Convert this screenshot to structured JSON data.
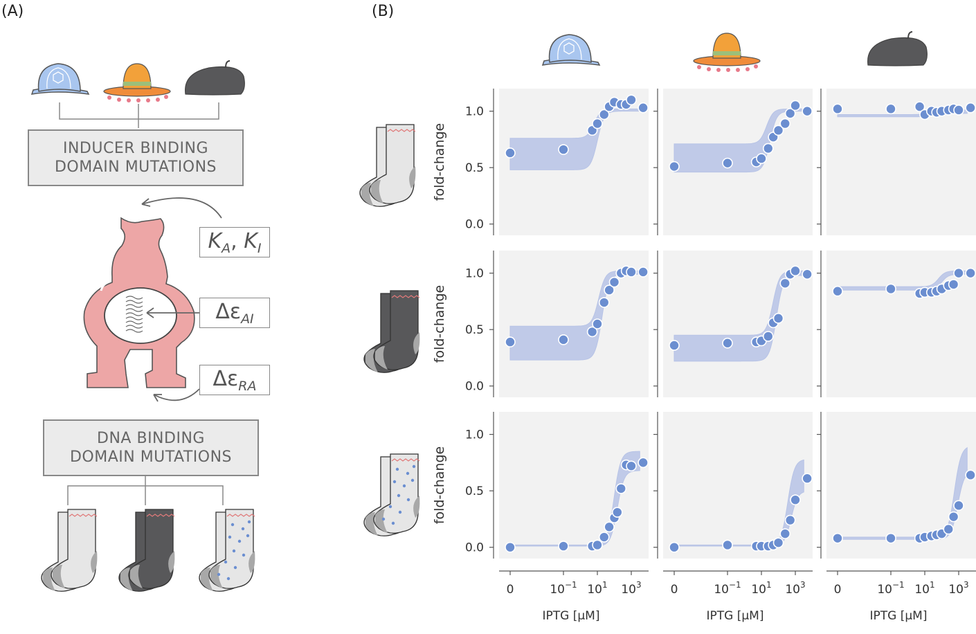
{
  "labels": {
    "panel_a": "(A)",
    "panel_b": "(B)"
  },
  "panel_a": {
    "top_box": {
      "line1": "INDUCER BINDING",
      "line2": "DOMAIN MUTATIONS"
    },
    "bottom_box": {
      "line1": "DNA BINDING",
      "line2": "DOMAIN MUTATIONS"
    },
    "params": [
      {
        "main": "K",
        "sub": "A",
        "sep": ", ",
        "main2": "K",
        "sub2": "I"
      },
      {
        "main": "Δε",
        "sub": "AI"
      },
      {
        "main": "Δε",
        "sub": "RA"
      }
    ]
  },
  "colors": {
    "point": "#6b8ed0",
    "band": "#b7c3e6",
    "panel_bg": "#f2f2f2",
    "repressor": "#eda6a6",
    "cap": "#a9c6ef",
    "sock_dark": "#58585a",
    "sock_light": "#e6e6e6"
  },
  "chart_data": {
    "type": "scatter",
    "ylabel": "fold-change",
    "xlabel": "IPTG [µM]",
    "yticks": [
      "0.0",
      "0.5",
      "1.0"
    ],
    "ylim": [
      -0.1,
      1.2
    ],
    "xticks": [
      {
        "value": 0,
        "label": "0"
      },
      {
        "value": 0.1,
        "base": "10",
        "exp": "−1"
      },
      {
        "value": 10,
        "base": "10",
        "exp": "1"
      },
      {
        "value": 1000,
        "base": "10",
        "exp": "3"
      }
    ],
    "columns": [
      "blue-cap",
      "sombrero",
      "beret"
    ],
    "rows": [
      "light-sock",
      "dark-sock",
      "dotted-sock"
    ],
    "panels": [
      {
        "row": 0,
        "col": 0,
        "band": {
          "low": 0.48,
          "high": 0.76,
          "lowTop": 1.0,
          "highTop": 1.02,
          "ec50": 8
        },
        "points": [
          [
            0,
            0.63
          ],
          [
            0.1,
            0.66
          ],
          [
            5,
            0.83
          ],
          [
            10,
            0.89
          ],
          [
            25,
            0.97
          ],
          [
            50,
            1.04
          ],
          [
            100,
            1.08
          ],
          [
            250,
            1.06
          ],
          [
            500,
            1.06
          ],
          [
            1000,
            1.1
          ],
          [
            5000,
            1.03
          ]
        ]
      },
      {
        "row": 0,
        "col": 1,
        "band": {
          "low": 0.46,
          "high": 0.71,
          "lowTop": 1.0,
          "highTop": 1.02,
          "ec50": 25
        },
        "points": [
          [
            0,
            0.51
          ],
          [
            0.1,
            0.54
          ],
          [
            5,
            0.55
          ],
          [
            10,
            0.58
          ],
          [
            25,
            0.67
          ],
          [
            50,
            0.77
          ],
          [
            100,
            0.83
          ],
          [
            250,
            0.89
          ],
          [
            500,
            0.98
          ],
          [
            1000,
            1.05
          ],
          [
            5000,
            1.0
          ]
        ]
      },
      {
        "row": 0,
        "col": 2,
        "band": {
          "low": 0.95,
          "high": 0.97,
          "lowTop": 0.98,
          "highTop": 1.01,
          "ec50": 20
        },
        "points": [
          [
            0,
            1.02
          ],
          [
            0.1,
            1.02
          ],
          [
            5,
            1.04
          ],
          [
            10,
            0.97
          ],
          [
            25,
            1.0
          ],
          [
            50,
            0.99
          ],
          [
            100,
            1.0
          ],
          [
            250,
            1.01
          ],
          [
            500,
            1.02
          ],
          [
            1000,
            1.01
          ],
          [
            5000,
            1.03
          ]
        ]
      },
      {
        "row": 1,
        "col": 0,
        "band": {
          "low": 0.23,
          "high": 0.53,
          "lowTop": 0.99,
          "highTop": 1.02,
          "ec50": 15
        },
        "points": [
          [
            0,
            0.39
          ],
          [
            0.1,
            0.41
          ],
          [
            5,
            0.48
          ],
          [
            10,
            0.55
          ],
          [
            25,
            0.74
          ],
          [
            50,
            0.85
          ],
          [
            100,
            0.92
          ],
          [
            250,
            1.0
          ],
          [
            500,
            1.02
          ],
          [
            1000,
            1.01
          ],
          [
            5000,
            1.01
          ]
        ]
      },
      {
        "row": 1,
        "col": 1,
        "band": {
          "low": 0.22,
          "high": 0.45,
          "lowTop": 0.98,
          "highTop": 1.02,
          "ec50": 60
        },
        "points": [
          [
            0,
            0.36
          ],
          [
            0.1,
            0.38
          ],
          [
            5,
            0.39
          ],
          [
            10,
            0.4
          ],
          [
            25,
            0.44
          ],
          [
            50,
            0.56
          ],
          [
            100,
            0.6
          ],
          [
            250,
            0.91
          ],
          [
            500,
            0.99
          ],
          [
            1000,
            1.02
          ],
          [
            5000,
            0.99
          ]
        ]
      },
      {
        "row": 1,
        "col": 2,
        "band": {
          "low": 0.85,
          "high": 0.88,
          "lowTop": 0.99,
          "highTop": 1.02,
          "ec50": 80
        },
        "points": [
          [
            0,
            0.84
          ],
          [
            0.1,
            0.86
          ],
          [
            5,
            0.82
          ],
          [
            10,
            0.83
          ],
          [
            25,
            0.83
          ],
          [
            50,
            0.84
          ],
          [
            100,
            0.86
          ],
          [
            250,
            0.89
          ],
          [
            500,
            0.9
          ],
          [
            1000,
            1.0
          ],
          [
            5000,
            1.0
          ]
        ]
      },
      {
        "row": 2,
        "col": 0,
        "band": {
          "low": 0.01,
          "high": 0.02,
          "lowTop": 0.68,
          "highTop": 0.85,
          "ec50": 120
        },
        "points": [
          [
            0,
            0.0
          ],
          [
            0.1,
            0.01
          ],
          [
            5,
            0.01
          ],
          [
            10,
            0.02
          ],
          [
            25,
            0.09
          ],
          [
            50,
            0.18
          ],
          [
            100,
            0.26
          ],
          [
            150,
            0.31
          ],
          [
            250,
            0.52
          ],
          [
            500,
            0.73
          ],
          [
            1000,
            0.72
          ],
          [
            5000,
            0.75
          ]
        ]
      },
      {
        "row": 2,
        "col": 1,
        "band": {
          "low": 0.01,
          "high": 0.02,
          "lowTop": 0.5,
          "highTop": 0.78,
          "ec50": 450
        },
        "points": [
          [
            0,
            0.0
          ],
          [
            0.1,
            0.02
          ],
          [
            5,
            0.01
          ],
          [
            10,
            0.01
          ],
          [
            25,
            0.01
          ],
          [
            50,
            0.02
          ],
          [
            100,
            0.04
          ],
          [
            250,
            0.12
          ],
          [
            500,
            0.24
          ],
          [
            1000,
            0.42
          ],
          [
            5000,
            0.61
          ]
        ]
      },
      {
        "row": 2,
        "col": 2,
        "band": {
          "low": 0.07,
          "high": 0.09,
          "lowTop": 0.68,
          "highTop": 0.9,
          "ec50": 700
        },
        "points": [
          [
            0,
            0.08
          ],
          [
            0.1,
            0.08
          ],
          [
            5,
            0.08
          ],
          [
            10,
            0.09
          ],
          [
            25,
            0.1
          ],
          [
            50,
            0.11
          ],
          [
            100,
            0.12
          ],
          [
            250,
            0.16
          ],
          [
            500,
            0.27
          ],
          [
            1000,
            0.37
          ],
          [
            5000,
            0.64
          ]
        ]
      }
    ]
  }
}
